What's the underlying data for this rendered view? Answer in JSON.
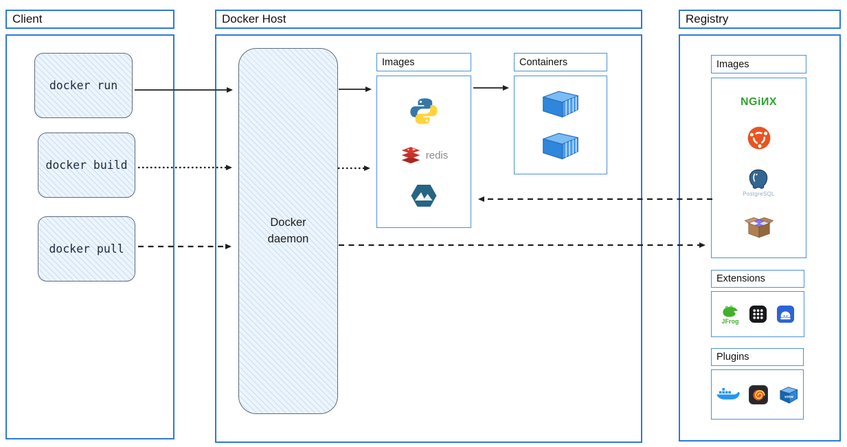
{
  "client": {
    "title": "Client",
    "commands": [
      {
        "label": "docker run"
      },
      {
        "label": "docker build"
      },
      {
        "label": "docker pull"
      }
    ]
  },
  "docker_host": {
    "title": "Docker Host",
    "daemon_label": "Docker daemon",
    "images_section": {
      "title": "Images",
      "items": [
        {
          "icon": "python-icon"
        },
        {
          "icon": "redis-icon",
          "label": "redis"
        },
        {
          "icon": "alpine-icon"
        }
      ]
    },
    "containers_section": {
      "title": "Containers",
      "items": [
        {
          "icon": "container-icon"
        },
        {
          "icon": "container-icon"
        }
      ]
    }
  },
  "registry": {
    "title": "Registry",
    "images_section": {
      "title": "Images",
      "items": [
        {
          "icon": "nginx-logo",
          "label": "NGiИX"
        },
        {
          "icon": "ubuntu-icon"
        },
        {
          "icon": "postgresql-icon",
          "label": "PostgreSQL"
        },
        {
          "icon": "package-box-icon"
        }
      ]
    },
    "extensions_section": {
      "title": "Extensions",
      "items": [
        {
          "icon": "jfrog-icon",
          "label": "JFrog"
        },
        {
          "icon": "apps-grid-icon"
        },
        {
          "icon": "server-extension-icon"
        }
      ]
    },
    "plugins_section": {
      "title": "Plugins",
      "items": [
        {
          "icon": "docker-whale-icon"
        },
        {
          "icon": "grafana-icon"
        },
        {
          "icon": "vmware-icon",
          "label": "vmw"
        }
      ]
    }
  },
  "arrows": [
    {
      "from": "docker run",
      "to": "Docker daemon",
      "style": "solid"
    },
    {
      "from": "docker build",
      "to": "Docker daemon",
      "style": "dotted"
    },
    {
      "from": "docker pull",
      "to": "Docker daemon",
      "style": "dashed"
    },
    {
      "from": "Docker daemon",
      "to": "Docker Host Images",
      "style": "solid"
    },
    {
      "from": "Docker daemon",
      "to": "Docker Host Images",
      "style": "dotted"
    },
    {
      "from": "Docker Host Images",
      "to": "Containers",
      "style": "solid"
    },
    {
      "from": "Registry Images",
      "to": "Docker Host Images",
      "style": "dashed"
    },
    {
      "from": "Docker daemon",
      "to": "Registry Images",
      "style": "dashed"
    }
  ],
  "colors": {
    "panel_border": "#2e7ad1",
    "inner_border": "#4a90da",
    "sketch_fill": "#ecf4fc",
    "sketch_border": "#5f6b78",
    "command_text": "#1b2a42",
    "nginx_green": "#2fa32e",
    "ubuntu_orange": "#e95420",
    "redis_red": "#c6302b",
    "alpine_teal": "#266583",
    "docker_blue": "#2496ed",
    "jfrog_green": "#43b02a",
    "postgres_blue": "#336791"
  }
}
